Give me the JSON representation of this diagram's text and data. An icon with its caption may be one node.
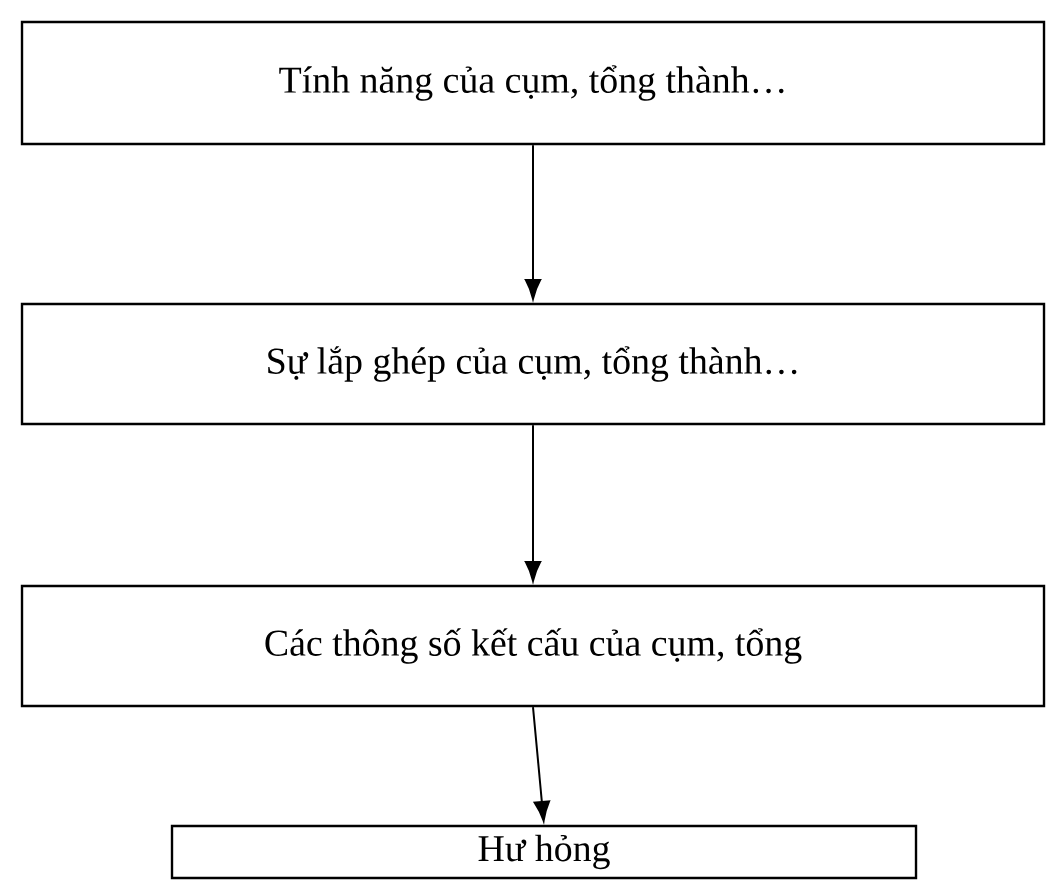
{
  "diagram": {
    "nodes": [
      {
        "text": [
          "Tính năng của cụm, tổng thành…"
        ]
      },
      {
        "text": [
          "Sự lắp ghép của cụm, tổng thành…"
        ]
      },
      {
        "text": [
          "Các thông số kết cấu của cụm, tổng"
        ]
      },
      {
        "text": [
          "Hư hỏng"
        ]
      }
    ],
    "edges": [
      {
        "from": 0,
        "to": 1,
        "arrow": "to"
      },
      {
        "from": 1,
        "to": 2,
        "arrow": "to"
      },
      {
        "from": 2,
        "to": 3,
        "arrow": "to"
      }
    ]
  }
}
